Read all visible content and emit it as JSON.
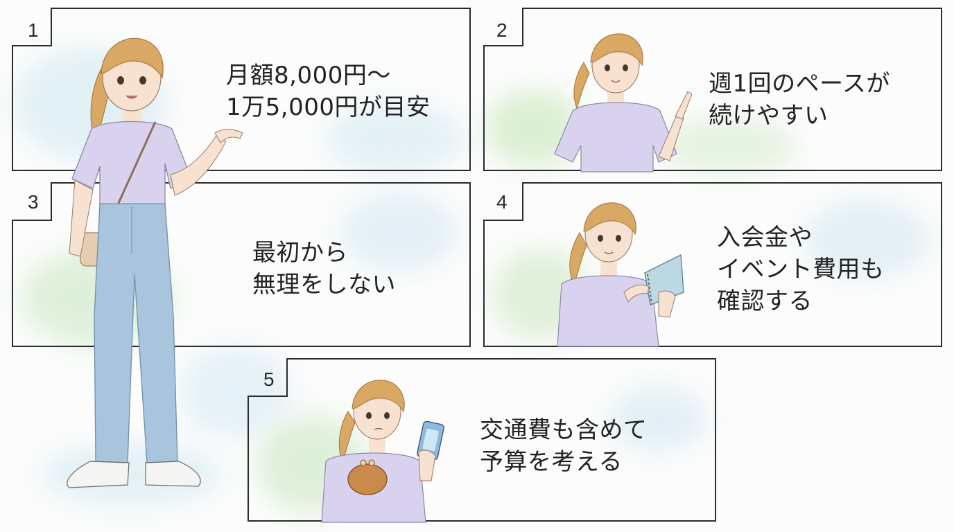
{
  "panels": [
    {
      "number": "1",
      "lines": [
        "月額8,000円〜",
        "1万5,000円が目安"
      ]
    },
    {
      "number": "2",
      "lines": [
        "週1回のペースが",
        "続けやすい"
      ]
    },
    {
      "number": "3",
      "lines": [
        "最初から",
        "無理をしない"
      ]
    },
    {
      "number": "4",
      "lines": [
        "入会金や",
        "イベント費用も",
        "確認する"
      ]
    },
    {
      "number": "5",
      "lines": [
        "交通費も含めて",
        "予算を考える"
      ]
    }
  ],
  "colors": {
    "frame": "#2b2b2b",
    "shirt": "#d9d2ee",
    "jeans": "#a9c4dd",
    "hair": "#d8a864",
    "skin": "#f7e2d2",
    "wash_green": "#cfe9c7",
    "wash_blue": "#cfe4f0"
  },
  "icons": [
    "phone-icon",
    "purse-icon",
    "notebook-icon"
  ]
}
